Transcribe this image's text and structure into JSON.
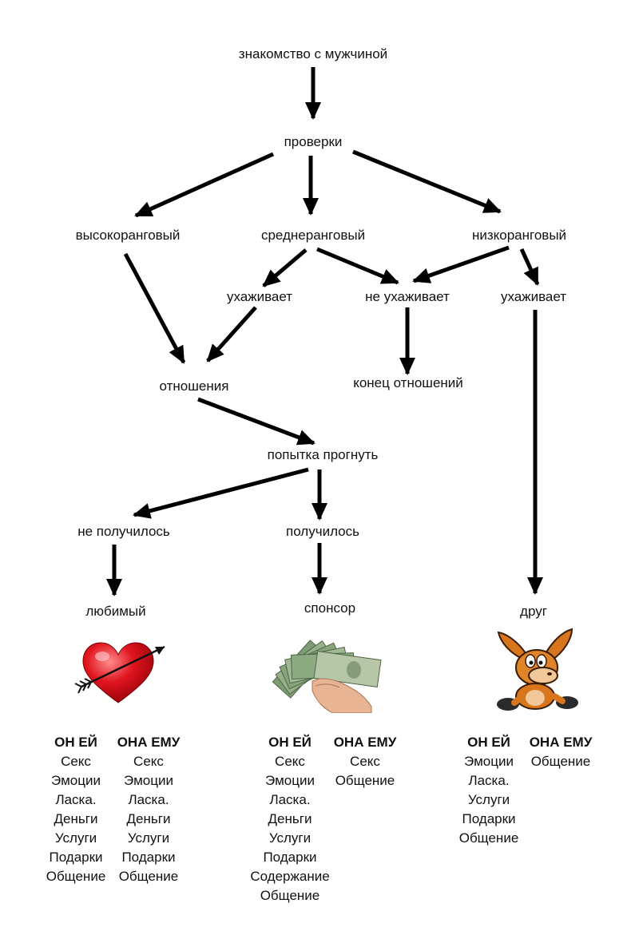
{
  "nodes": {
    "start": "знакомство с мужчиной",
    "checks": "проверки",
    "high_rank": "высокоранговый",
    "mid_rank": "среднеранговый",
    "low_rank": "низкоранговый",
    "courts_mid": "ухаживает",
    "not_courts": "не ухаживает",
    "courts_low": "ухаживает",
    "relationship": "отношения",
    "end_relationship": "конец отношений",
    "bend_attempt": "попытка прогнуть",
    "failed": "не получилось",
    "succeeded": "получилось",
    "beloved": "любимый",
    "sponsor": "спонсор",
    "friend": "друг"
  },
  "columns": [
    {
      "he_header": "ОН ЕЙ",
      "he_items": [
        "Секс",
        "Эмоции",
        "Ласка.",
        "Деньги",
        "Услуги",
        "Подарки",
        "Общение"
      ],
      "she_header": "ОНА ЕМУ",
      "she_items": [
        "Секс",
        "Эмоции",
        "Ласка.",
        "Деньги",
        "Услуги",
        "Подарки",
        "Общение"
      ]
    },
    {
      "he_header": "ОН ЕЙ",
      "he_items": [
        "Секс",
        "Эмоции",
        "Ласка.",
        "Деньги",
        "Услуги",
        "Подарки",
        "Содержание",
        "Общение"
      ],
      "she_header": "ОНА ЕМУ",
      "she_items": [
        "Секс",
        "Общение"
      ]
    },
    {
      "he_header": "ОН ЕЙ",
      "he_items": [
        "Эмоции",
        "Ласка.",
        "Услуги",
        "Подарки",
        "Общение"
      ],
      "she_header": "ОНА ЕМУ",
      "she_items": [
        "Общение"
      ]
    }
  ],
  "images": {
    "beloved": "heart-with-arrow-icon",
    "sponsor": "money-in-hand-icon",
    "friend": "donkey-mascot-icon"
  },
  "colors": {
    "arrow": "#000000",
    "heart": "#e0141e",
    "money": "#8aa87a",
    "donkey": "#d8761e"
  }
}
